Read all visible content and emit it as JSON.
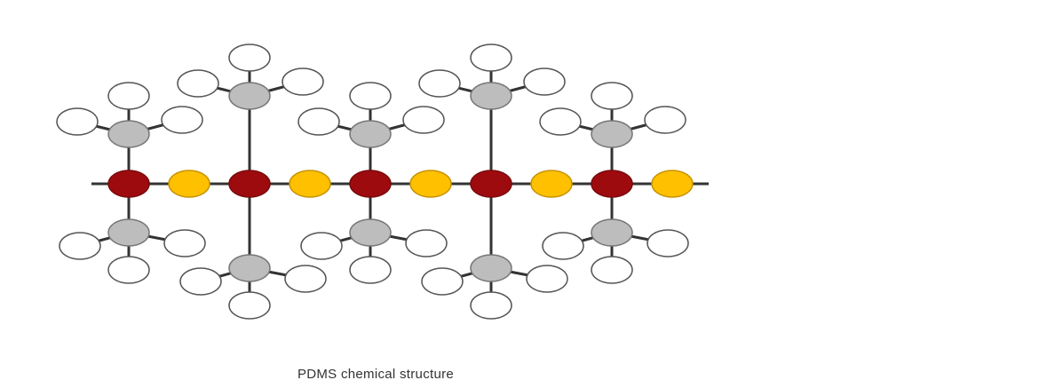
{
  "caption": "PDMS chemical structure",
  "structure": {
    "repeat_units": 5,
    "alternating_group_heights": [
      "short",
      "tall",
      "short",
      "tall",
      "short"
    ],
    "atoms": {
      "silicon_color": "#9e0b0f",
      "oxygen_color": "#ffc000",
      "carbon_color": "#bdbdbd",
      "hydrogen_color": "#ffffff",
      "bond_color": "#333333"
    }
  }
}
